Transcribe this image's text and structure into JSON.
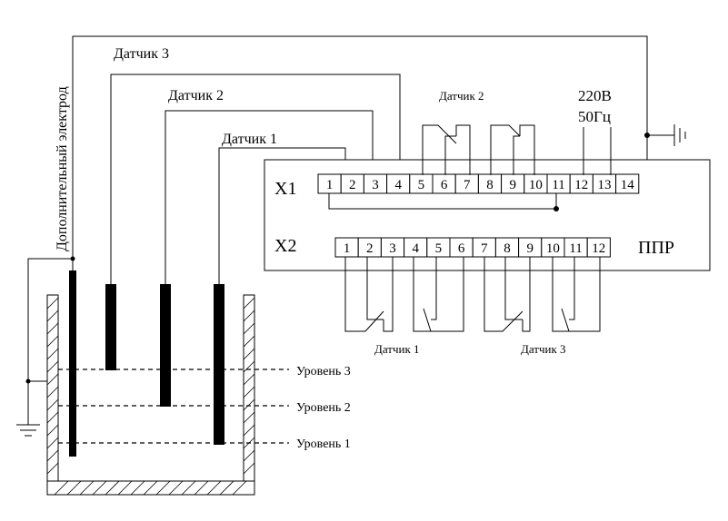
{
  "labels": {
    "sensor3_label": "Датчик 3",
    "sensor2_label": "Датчик 2",
    "sensor1_label": "Датчик 1",
    "extra_electrode_label": "Дополнительный электрод",
    "sensor2_top_label": "Датчик 2",
    "supply_voltage": "220В",
    "supply_freq": "50Гц",
    "device_label": "ППР",
    "connector_x1": "X1",
    "connector_x2": "X2",
    "sensor1_bottom_label": "Датчик 1",
    "sensor3_bottom_label": "Датчик 3",
    "level3": "Уровень 3",
    "level2": "Уровень 2",
    "level1": "Уровень 1"
  },
  "x1_terminals": [
    "1",
    "2",
    "3",
    "4",
    "5",
    "6",
    "7",
    "8",
    "9",
    "10",
    "11",
    "12",
    "13",
    "14"
  ],
  "x2_terminals": [
    "1",
    "2",
    "3",
    "4",
    "5",
    "6",
    "7",
    "8",
    "9",
    "10",
    "11",
    "12"
  ]
}
